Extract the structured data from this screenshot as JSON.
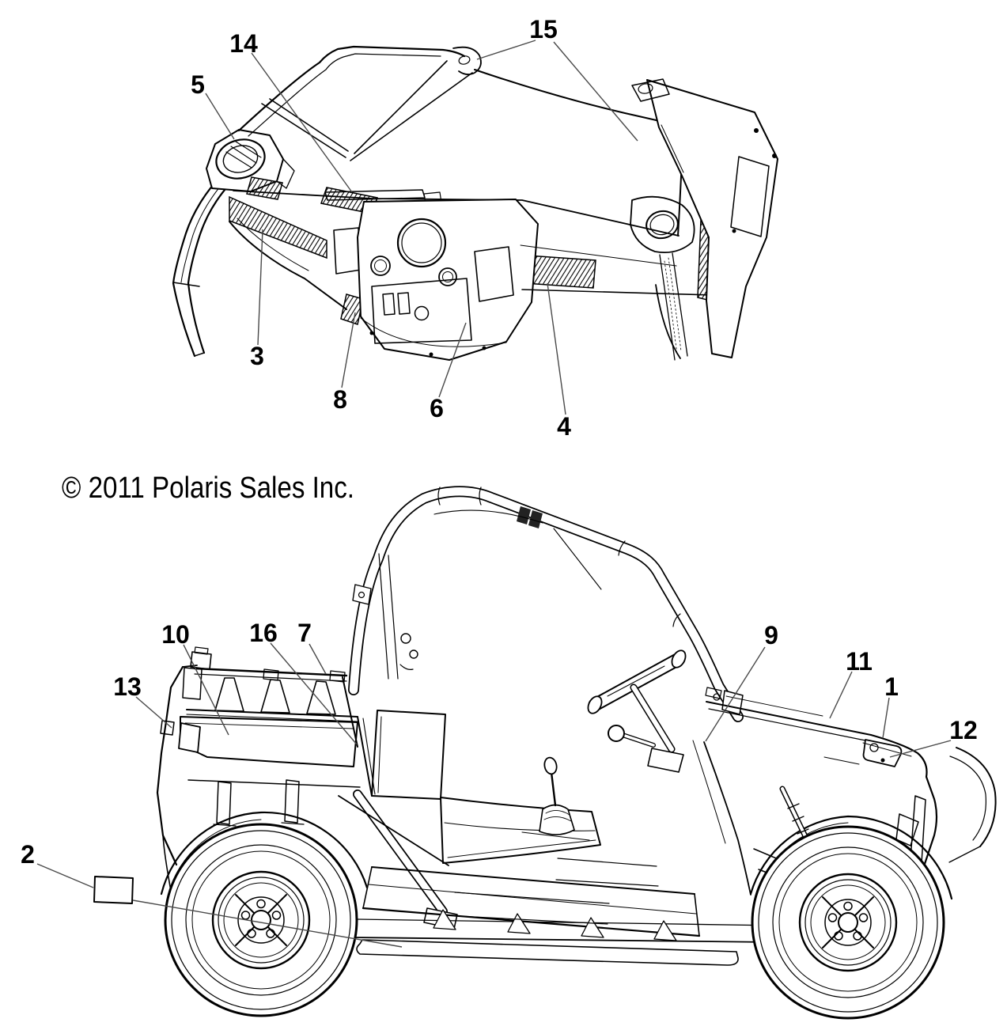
{
  "diagram": {
    "copyright": "© 2011 Polaris Sales Inc.",
    "colors": {
      "ink": "#000000",
      "leader": "#4a4a4a",
      "background": "#ffffff"
    },
    "front_view_callouts": [
      "5",
      "14",
      "15",
      "3",
      "8",
      "6",
      "4"
    ],
    "side_view_callouts": [
      "10",
      "16",
      "7",
      "13",
      "2",
      "9",
      "11",
      "1",
      "12"
    ]
  }
}
